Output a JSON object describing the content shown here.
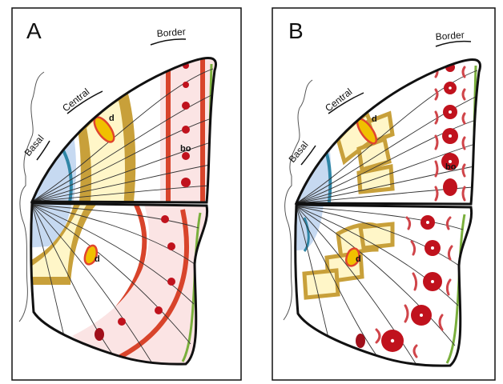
{
  "panels": [
    {
      "letter": "A",
      "regions": {
        "basal": "Basal",
        "central": "Central",
        "border": "Border"
      },
      "markers": {
        "d_forewing": "d",
        "d_hindwing": "d",
        "bo": "bo"
      }
    },
    {
      "letter": "B",
      "regions": {
        "basal": "Basal",
        "central": "Central",
        "border": "Border"
      },
      "markers": {
        "d_forewing": "d",
        "d_hindwing": "d",
        "bo": "bo"
      }
    }
  ],
  "colors": {
    "wing_outline": "#111111",
    "basal_fill": "#c6d9f1",
    "basal_band": "#2f86a6",
    "central_fill": "#fff6c8",
    "central_band": "#c8a03a",
    "discal": "#f0c000",
    "discal_ring": "#e0452e",
    "border_fill": "#fbe4e4",
    "border_band": "#d8442b",
    "eyespot": "#c0121d",
    "marginal_band": "#7aaf3c"
  },
  "icons": [
    "butterfly-body-outline-icon",
    "bracket-icon"
  ]
}
